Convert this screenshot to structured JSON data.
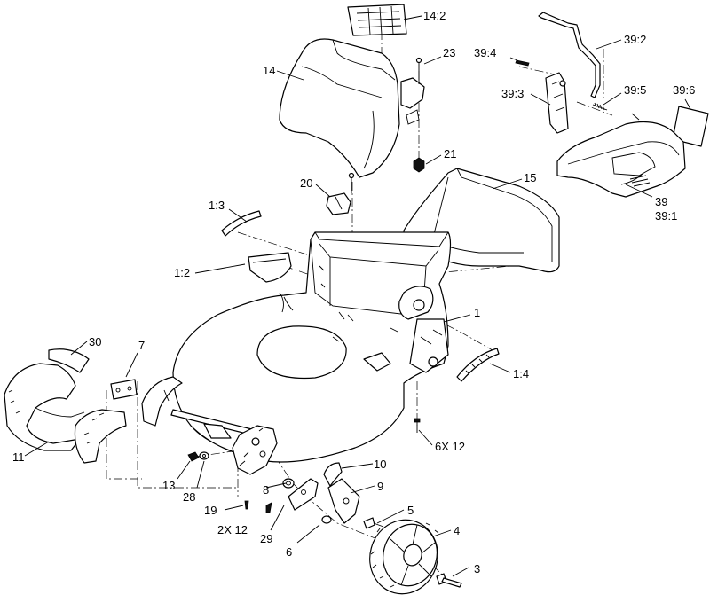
{
  "labels": {
    "p14_2": "14:2",
    "p23": "23",
    "p14": "14",
    "p21": "21",
    "p39_4": "39:4",
    "p39_2": "39:2",
    "p39_3": "39:3",
    "p39_5": "39:5",
    "p39_6": "39:6",
    "p39": "39",
    "p39_1": "39:1",
    "p20": "20",
    "p15": "15",
    "p1_3": "1:3",
    "p1_2": "1:2",
    "p1": "1",
    "p1_4": "1:4",
    "p30": "30",
    "p7": "7",
    "p11": "11",
    "p6x12": "6X 12",
    "p13": "13",
    "p28": "28",
    "p10": "10",
    "p8": "8",
    "p9": "9",
    "p19": "19",
    "p2x12": "2X 12",
    "p5": "5",
    "p29": "29",
    "p4": "4",
    "p6": "6",
    "p3": "3"
  }
}
